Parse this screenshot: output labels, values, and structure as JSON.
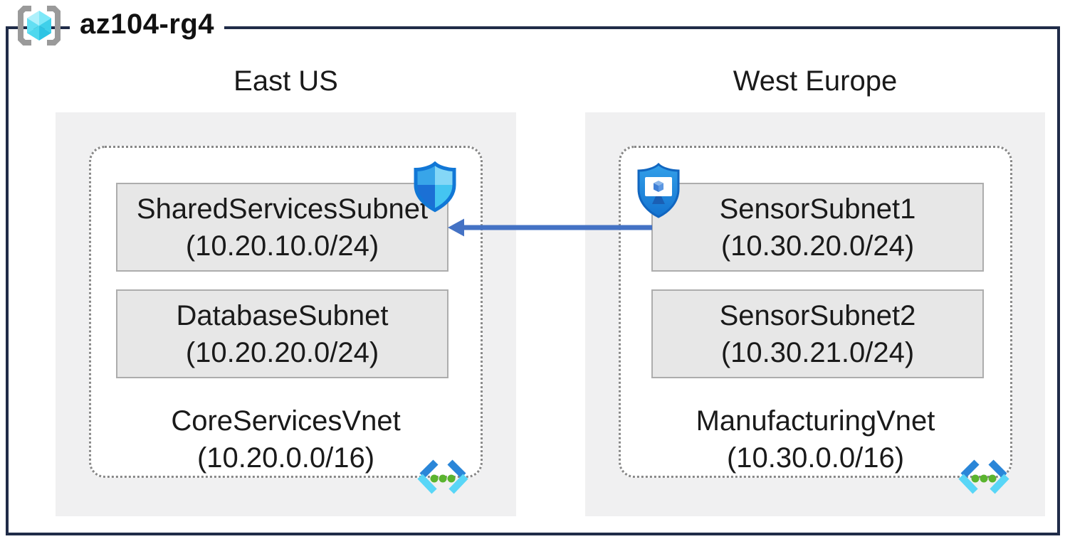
{
  "resource_group": {
    "name": "az104-rg4",
    "icon": "resource-group-icon"
  },
  "regions": [
    {
      "name": "East US",
      "vnet": {
        "name": "CoreServicesVnet",
        "cidr": "(10.20.0.0/16)",
        "icon": "virtual-network-icon",
        "subnets": [
          {
            "name": "SharedServicesSubnet",
            "cidr": "(10.20.10.0/24)",
            "badge_icon": "nsg-shield-icon"
          },
          {
            "name": "DatabaseSubnet",
            "cidr": "(10.20.20.0/24)"
          }
        ]
      }
    },
    {
      "name": "West Europe",
      "vnet": {
        "name": "ManufacturingVnet",
        "cidr": "(10.30.0.0/16)",
        "icon": "virtual-network-icon",
        "subnets": [
          {
            "name": "SensorSubnet1",
            "cidr": "(10.30.20.0/24)",
            "badge_icon": "bastion-shield-icon"
          },
          {
            "name": "SensorSubnet2",
            "cidr": "(10.30.21.0/24)"
          }
        ]
      }
    }
  ],
  "connection": {
    "from": "SensorSubnet1",
    "to": "SharedServicesSubnet",
    "direction": "right-to-left",
    "color": "#4472c4"
  },
  "colors": {
    "frame_border": "#202c48",
    "region_background": "#f0f0f1",
    "subnet_fill": "#e7e7e7",
    "subnet_border": "#adadad",
    "vnet_dashed_border": "#888888",
    "arrow": "#4472c4",
    "text": "#1a1a1a",
    "shield_blue": "#1177d6",
    "cube_cyan": "#50e6ff",
    "vnet_icon_green": "#5ab42f",
    "bracket_gray": "#9a9a9a"
  }
}
